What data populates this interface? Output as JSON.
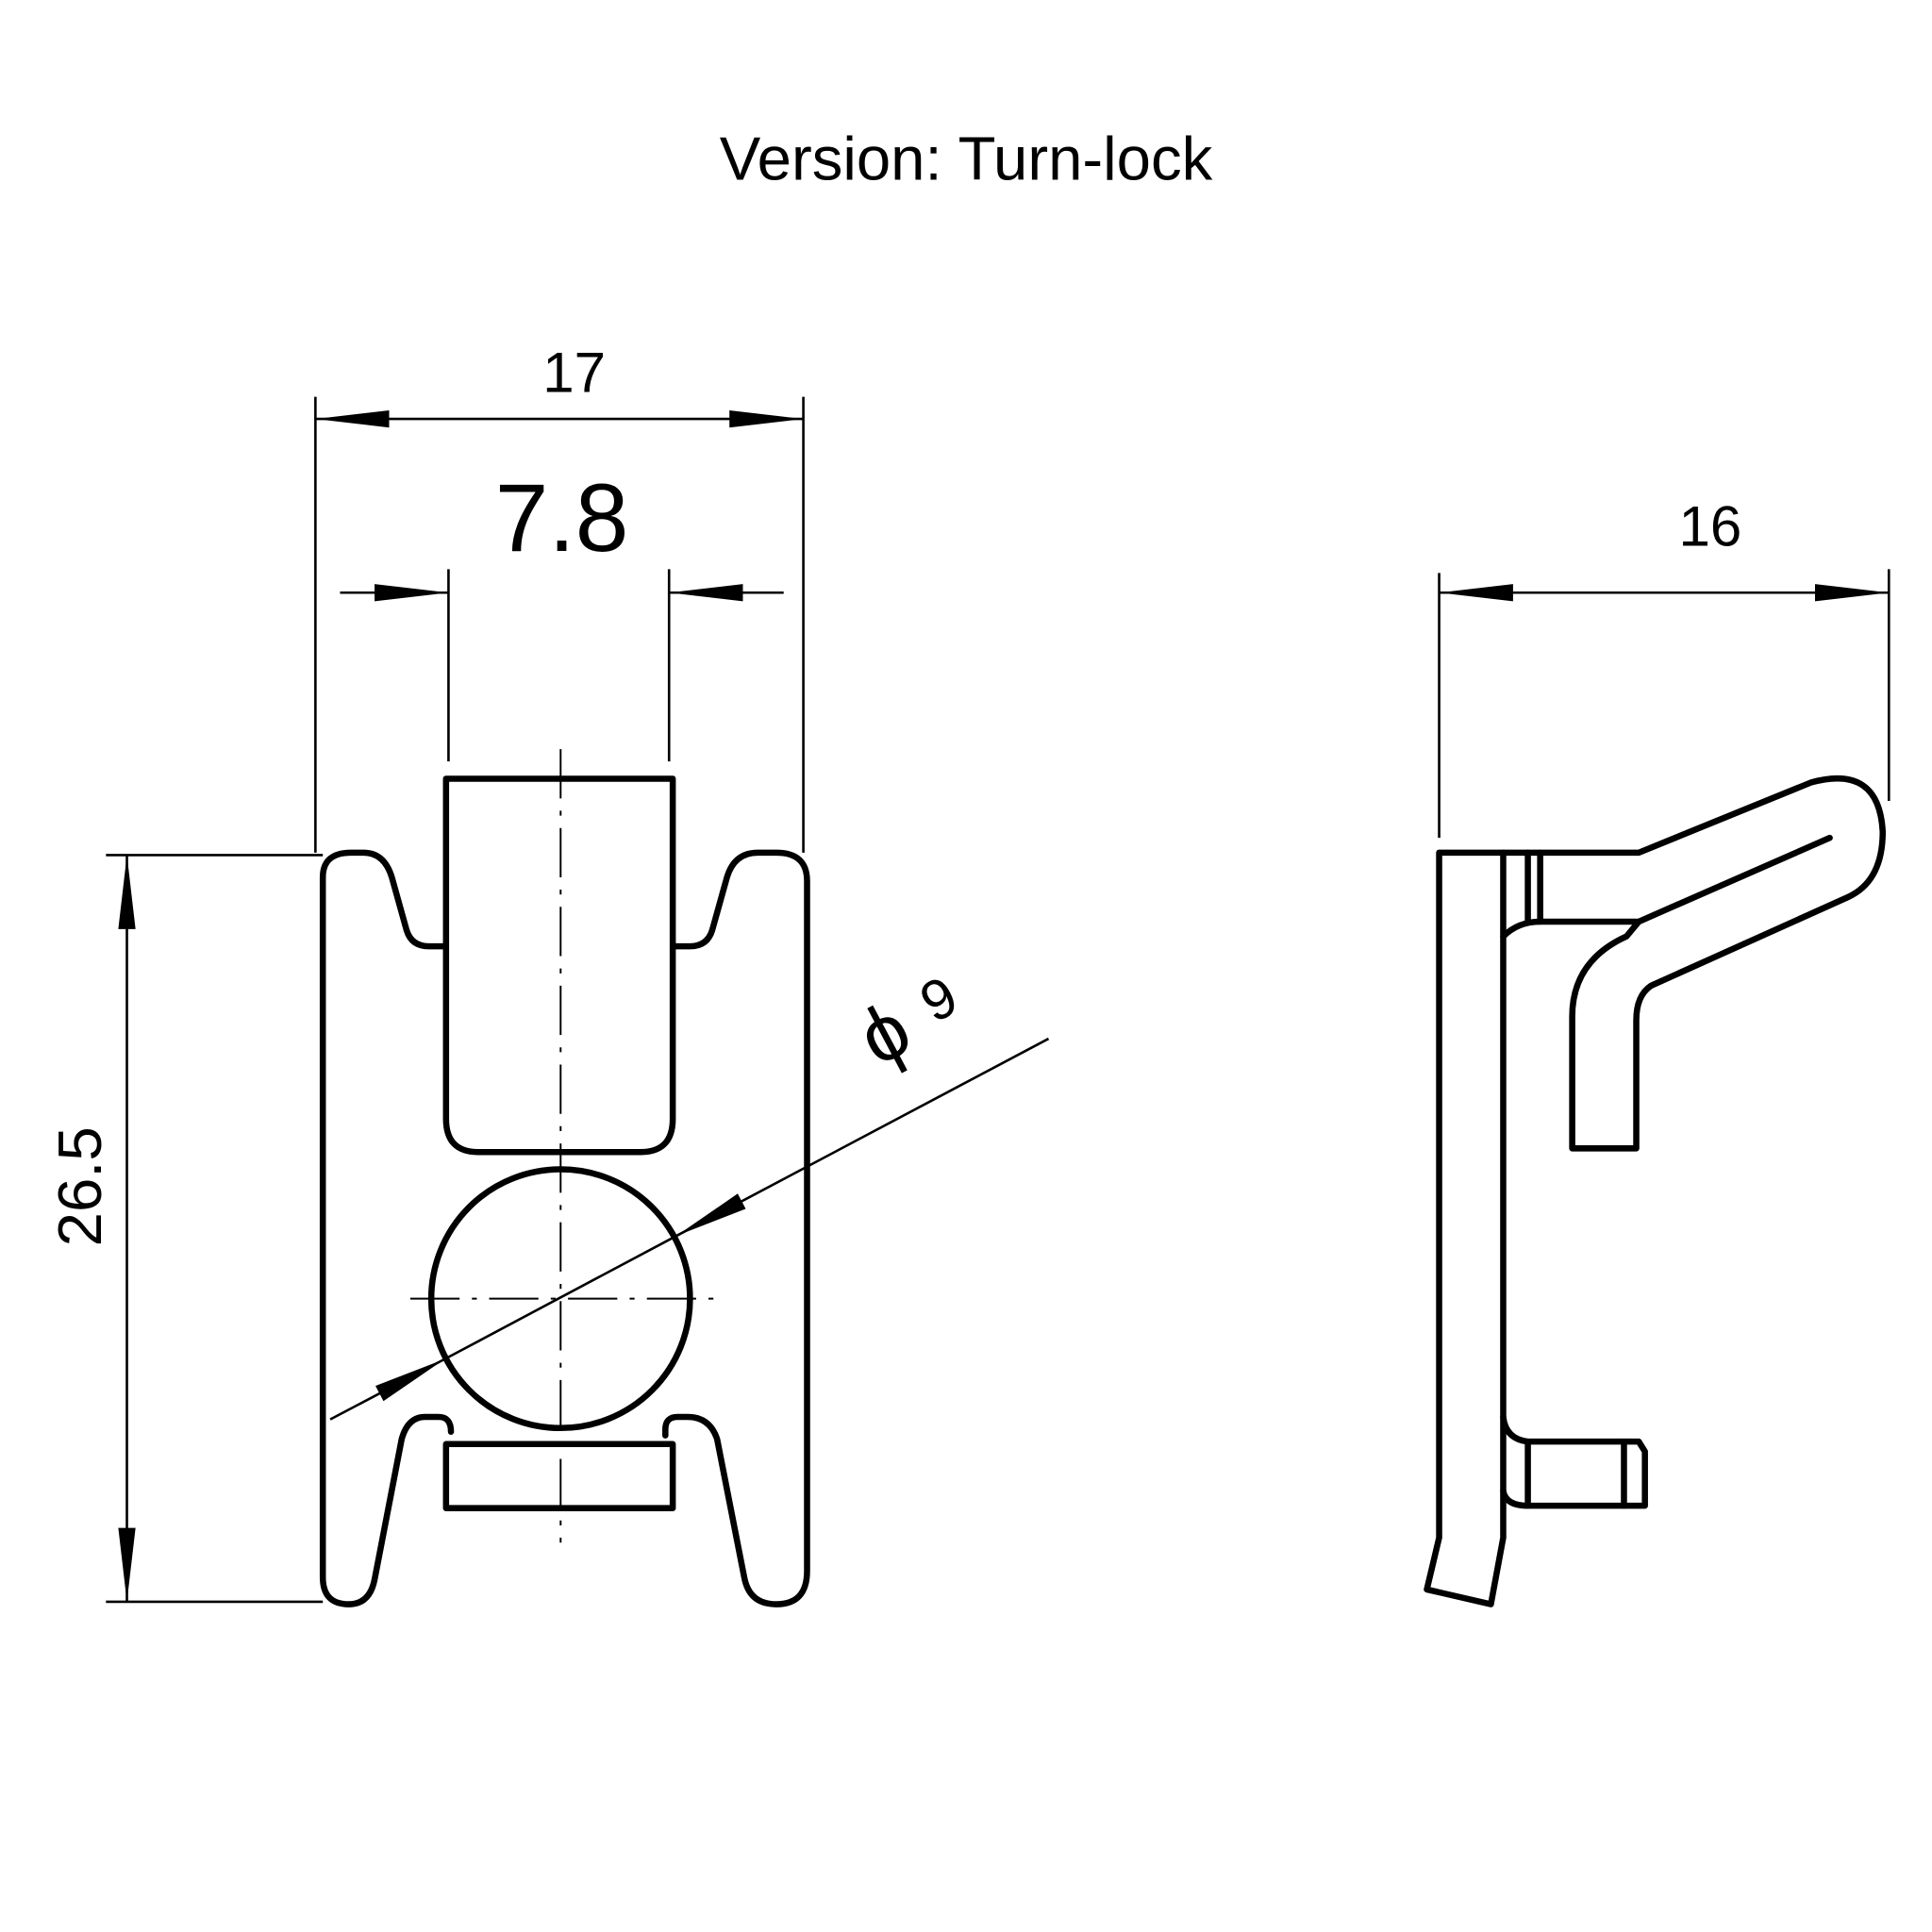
{
  "title": "Version: Turn-lock",
  "dimensions": {
    "width_overall": "17",
    "slot_width": "7.8",
    "height": "26.5",
    "hole_diameter": "9",
    "diameter_symbol": "ϕ",
    "side_depth": "16"
  }
}
